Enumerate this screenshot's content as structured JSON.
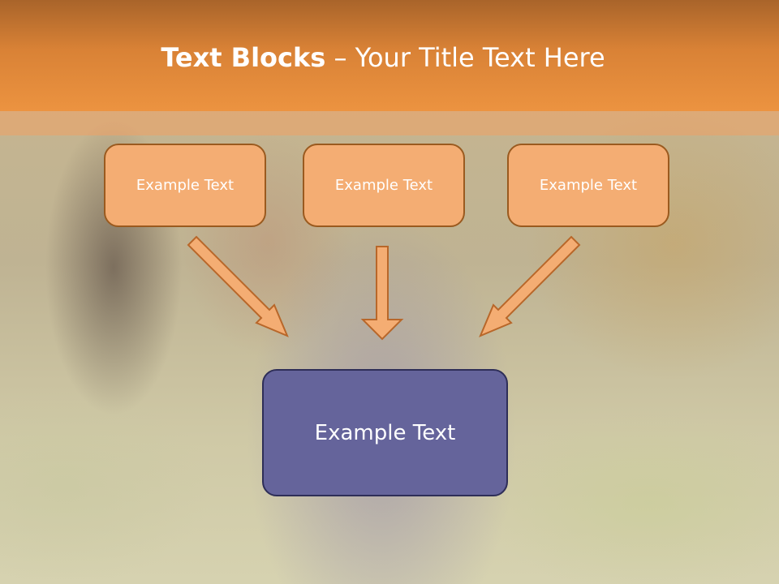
{
  "slide": {
    "title_bold": "Text Blocks",
    "title_rest": " – Your Title Text Here"
  },
  "boxes": {
    "top": [
      "Example Text",
      "Example Text",
      "Example Text"
    ],
    "main": "Example Text"
  },
  "colors": {
    "title_bar": "#e48b3b",
    "box_fill": "#f4ad73",
    "box_border": "#9a5a1f",
    "main_fill": "#65649b",
    "main_border": "#2e2e58"
  },
  "icons": [
    "arrow-down-right-icon",
    "arrow-down-icon",
    "arrow-down-left-icon"
  ]
}
